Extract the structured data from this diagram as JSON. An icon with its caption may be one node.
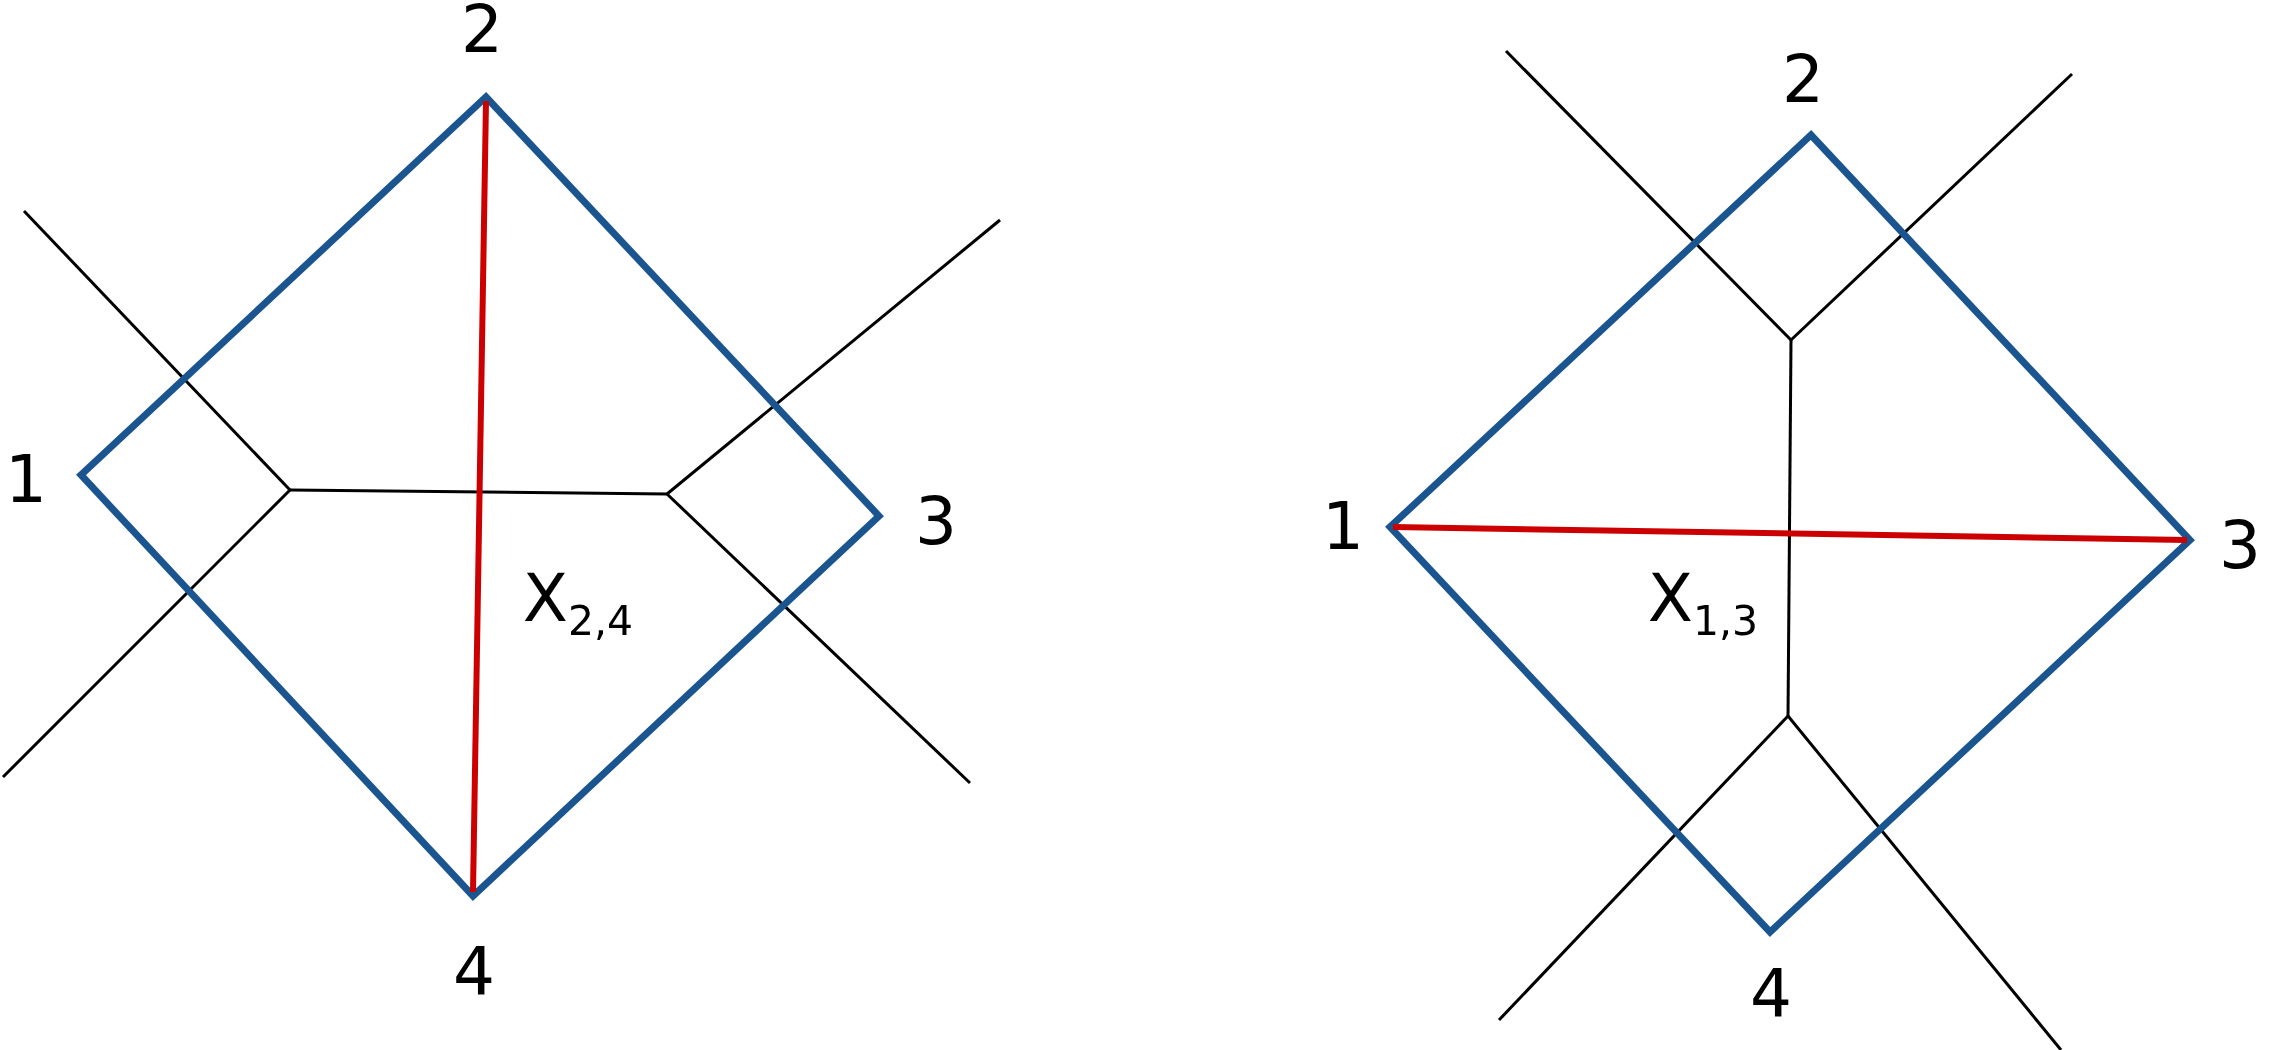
{
  "diagram": {
    "labels": [
      "2",
      "1",
      "3",
      "X$_{2,4}$",
      "4",
      "2",
      "1",
      "3",
      "X$_{1,3}$",
      "4"
    ]
  }
}
